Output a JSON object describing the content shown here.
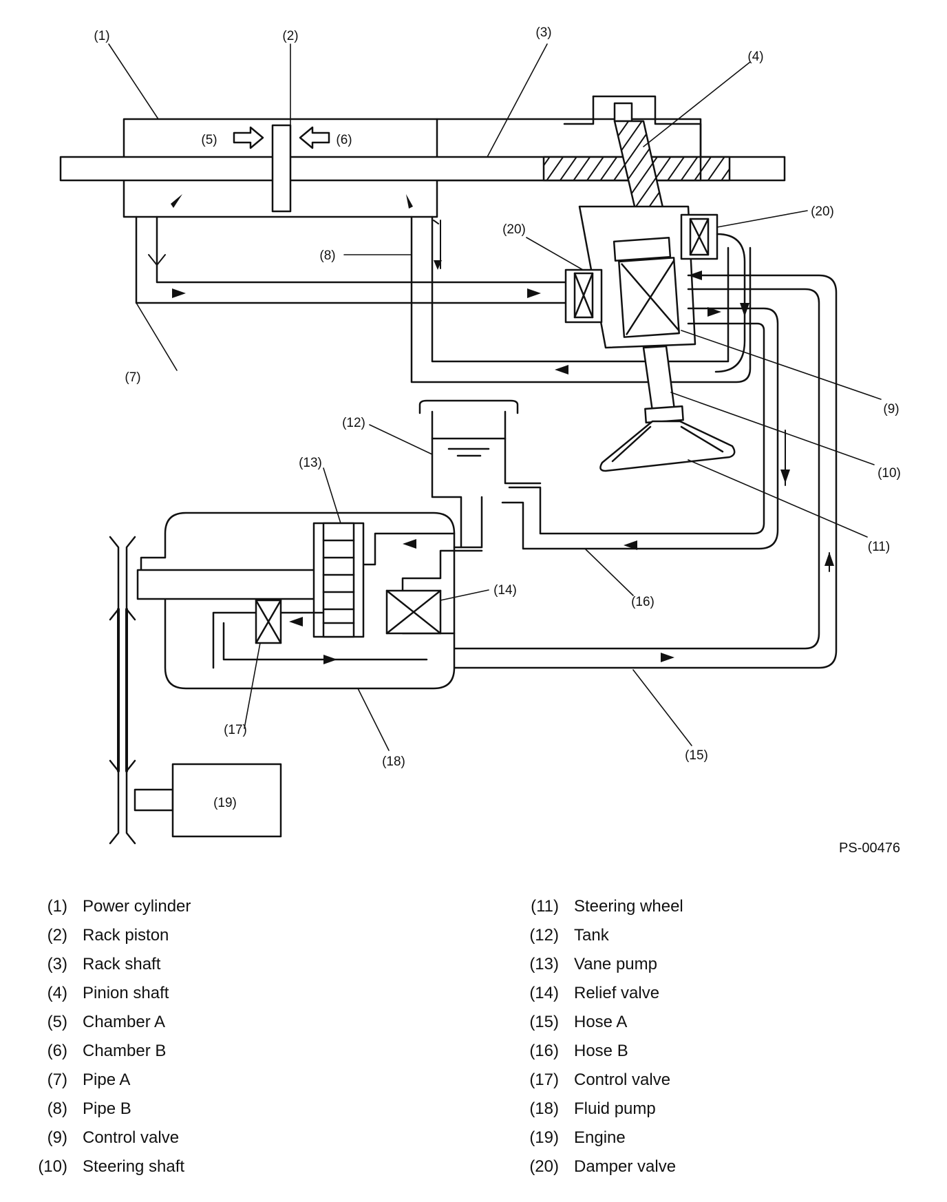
{
  "figure_code": "PS-00476",
  "callouts": [
    "(1)",
    "(2)",
    "(3)",
    "(4)",
    "(5)",
    "(6)",
    "(7)",
    "(8)",
    "(9)",
    "(10)",
    "(11)",
    "(12)",
    "(13)",
    "(14)",
    "(15)",
    "(16)",
    "(17)",
    "(18)",
    "(19)",
    "(20)"
  ],
  "legend": [
    {
      "num": "(1)",
      "label": "Power cylinder"
    },
    {
      "num": "(2)",
      "label": "Rack piston"
    },
    {
      "num": "(3)",
      "label": "Rack shaft"
    },
    {
      "num": "(4)",
      "label": "Pinion shaft"
    },
    {
      "num": "(5)",
      "label": "Chamber A"
    },
    {
      "num": "(6)",
      "label": "Chamber B"
    },
    {
      "num": "(7)",
      "label": "Pipe A"
    },
    {
      "num": "(8)",
      "label": "Pipe B"
    },
    {
      "num": "(9)",
      "label": "Control valve"
    },
    {
      "num": "(10)",
      "label": "Steering shaft"
    },
    {
      "num": "(11)",
      "label": "Steering wheel"
    },
    {
      "num": "(12)",
      "label": "Tank"
    },
    {
      "num": "(13)",
      "label": "Vane pump"
    },
    {
      "num": "(14)",
      "label": "Relief valve"
    },
    {
      "num": "(15)",
      "label": "Hose A"
    },
    {
      "num": "(16)",
      "label": "Hose B"
    },
    {
      "num": "(17)",
      "label": "Control valve"
    },
    {
      "num": "(18)",
      "label": "Fluid pump"
    },
    {
      "num": "(19)",
      "label": "Engine"
    },
    {
      "num": "(20)",
      "label": "Damper valve"
    }
  ]
}
